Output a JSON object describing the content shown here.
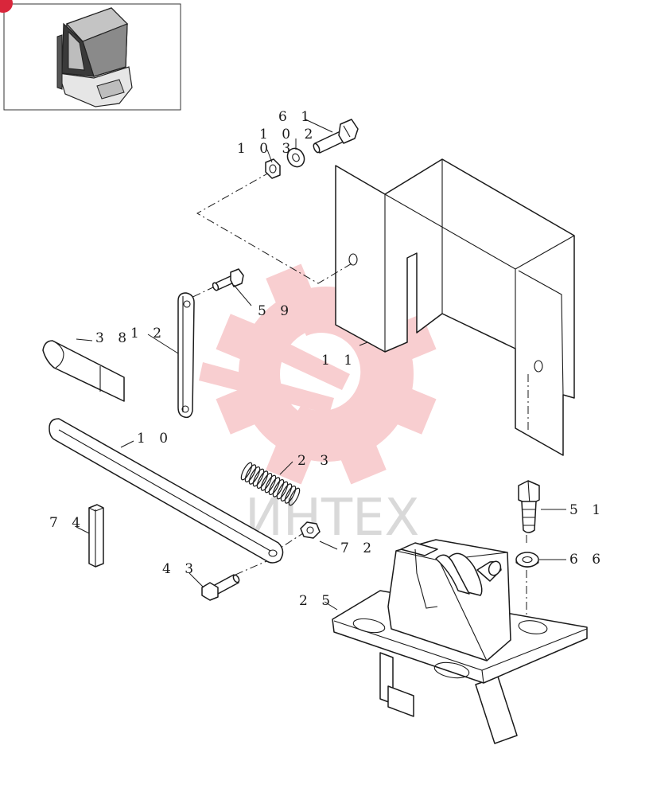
{
  "colors": {
    "line": "#1a1a1a",
    "watermark": "#f7c6c8",
    "watermark_text": "#d9d9d9",
    "badge": "#d9263b"
  },
  "watermark": {
    "text": "ИНТЕХ"
  },
  "parts": [
    {
      "id": "61",
      "label": "6 1"
    },
    {
      "id": "102",
      "label": "1 0 2"
    },
    {
      "id": "103",
      "label": "1 0 3"
    },
    {
      "id": "59",
      "label": "5 9"
    },
    {
      "id": "38",
      "label": "3 8"
    },
    {
      "id": "12",
      "label": "1 2"
    },
    {
      "id": "11",
      "label": "1 1"
    },
    {
      "id": "10",
      "label": "1 0"
    },
    {
      "id": "23",
      "label": "2 3"
    },
    {
      "id": "51",
      "label": "5 1"
    },
    {
      "id": "66",
      "label": "6 6"
    },
    {
      "id": "74",
      "label": "7 4"
    },
    {
      "id": "72",
      "label": "7 2"
    },
    {
      "id": "43",
      "label": "4 3"
    },
    {
      "id": "25",
      "label": "2 5"
    }
  ]
}
